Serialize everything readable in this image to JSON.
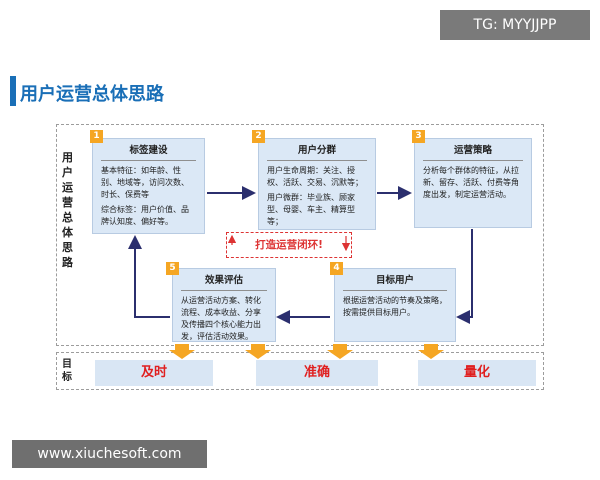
{
  "watermark_top": "TG: MYYJJPP",
  "watermark_bottom": "www.xiuchesoft.com",
  "title": "用户运营总体思路",
  "side_label": "用户运营总体思路",
  "goal_label": "目标",
  "closed_loop": "打造运营闭环!",
  "boxes": [
    {
      "num": "1",
      "title": "标签建设",
      "text1": "基本特征：如年龄、性别、地域等，访问次数、时长、保费等",
      "text2": "综合标签：用户价值、品牌认知度、偏好等。"
    },
    {
      "num": "2",
      "title": "用户分群",
      "text1": "用户生命周期：关注、授权、活跃、交易、沉默等；",
      "text2": "用户微群：毕业族、顾家型、母婴、车主、精算型等；"
    },
    {
      "num": "3",
      "title": "运营策略",
      "text1": "分析每个群体的特征，从拉新、留存、活跃、付费等角度出发，制定运营活动。",
      "text2": ""
    },
    {
      "num": "4",
      "title": "目标用户",
      "text1": "根据运营活动的节奏及策略，按需提供目标用户。",
      "text2": ""
    },
    {
      "num": "5",
      "title": "效果评估",
      "text1": "从运营活动方案、转化流程、成本收益、分享及传播四个核心能力出发，评估活动效果。",
      "text2": ""
    }
  ],
  "goals": [
    "及时",
    "准确",
    "量化"
  ],
  "colors": {
    "accent": "#1a6fb7",
    "box_fill": "#dbe8f6",
    "number_badge": "#f5a623",
    "arrow": "#2b2f6e",
    "goal_arrow": "#f5a623",
    "goal_text": "#e02020"
  }
}
